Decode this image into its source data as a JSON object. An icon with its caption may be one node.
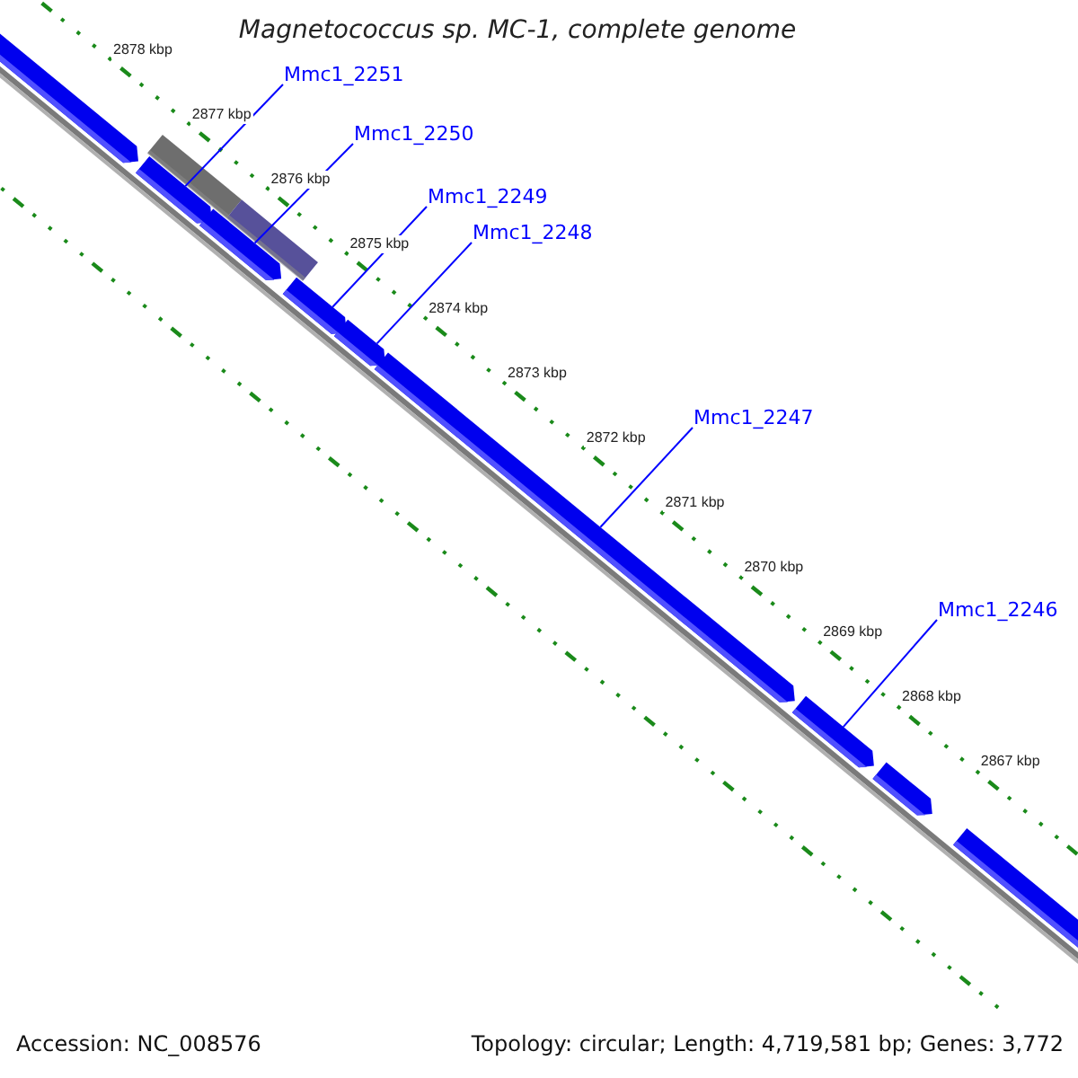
{
  "diagram": {
    "title": "Magnetococcus sp. MC-1, complete genome",
    "nodes": [
      {
        "text": [
          "Mmc1_2251"
        ]
      },
      {
        "text": [
          "Mmc1_2250"
        ]
      },
      {
        "text": [
          "Mmc1_2249"
        ]
      },
      {
        "text": [
          "Mmc1_2248"
        ]
      },
      {
        "text": [
          "Mmc1_2247"
        ]
      },
      {
        "text": [
          "Mmc1_2246"
        ]
      },
      {
        "text": [],
        "shape": "bar"
      },
      {
        "text": [],
        "shape": "bar"
      },
      {
        "text": [],
        "shape": "bar"
      },
      {
        "text": [],
        "shape": "bar"
      },
      {
        "text": [],
        "shape": "bar"
      },
      {
        "text": [],
        "shape": "bar"
      },
      {
        "text": [],
        "shape": "bar"
      },
      {
        "text": [],
        "shape": "bar"
      },
      {
        "text": [],
        "shape": "bar"
      }
    ],
    "edges": [
      {
        "from": 0,
        "to": 7,
        "arrow": "none"
      },
      {
        "from": 1,
        "to": 8,
        "arrow": "none"
      },
      {
        "from": 2,
        "to": 9,
        "arrow": "none"
      },
      {
        "from": 3,
        "to": 10,
        "arrow": "none"
      },
      {
        "from": 4,
        "to": 11,
        "arrow": "none"
      },
      {
        "from": 5,
        "to": 12,
        "arrow": "none"
      }
    ],
    "labels": [
      "2878 kbp",
      "2877 kbp",
      "2876 kbp",
      "2875 kbp",
      "2874 kbp",
      "2873 kbp",
      "2872 kbp",
      "2871 kbp",
      "2870 kbp",
      "2869 kbp",
      "2868 kbp",
      "2867 kbp",
      "Accession: NC_008576",
      "Topology: circular; Length: 4,719,581 bp; Genes: 3,772"
    ]
  }
}
